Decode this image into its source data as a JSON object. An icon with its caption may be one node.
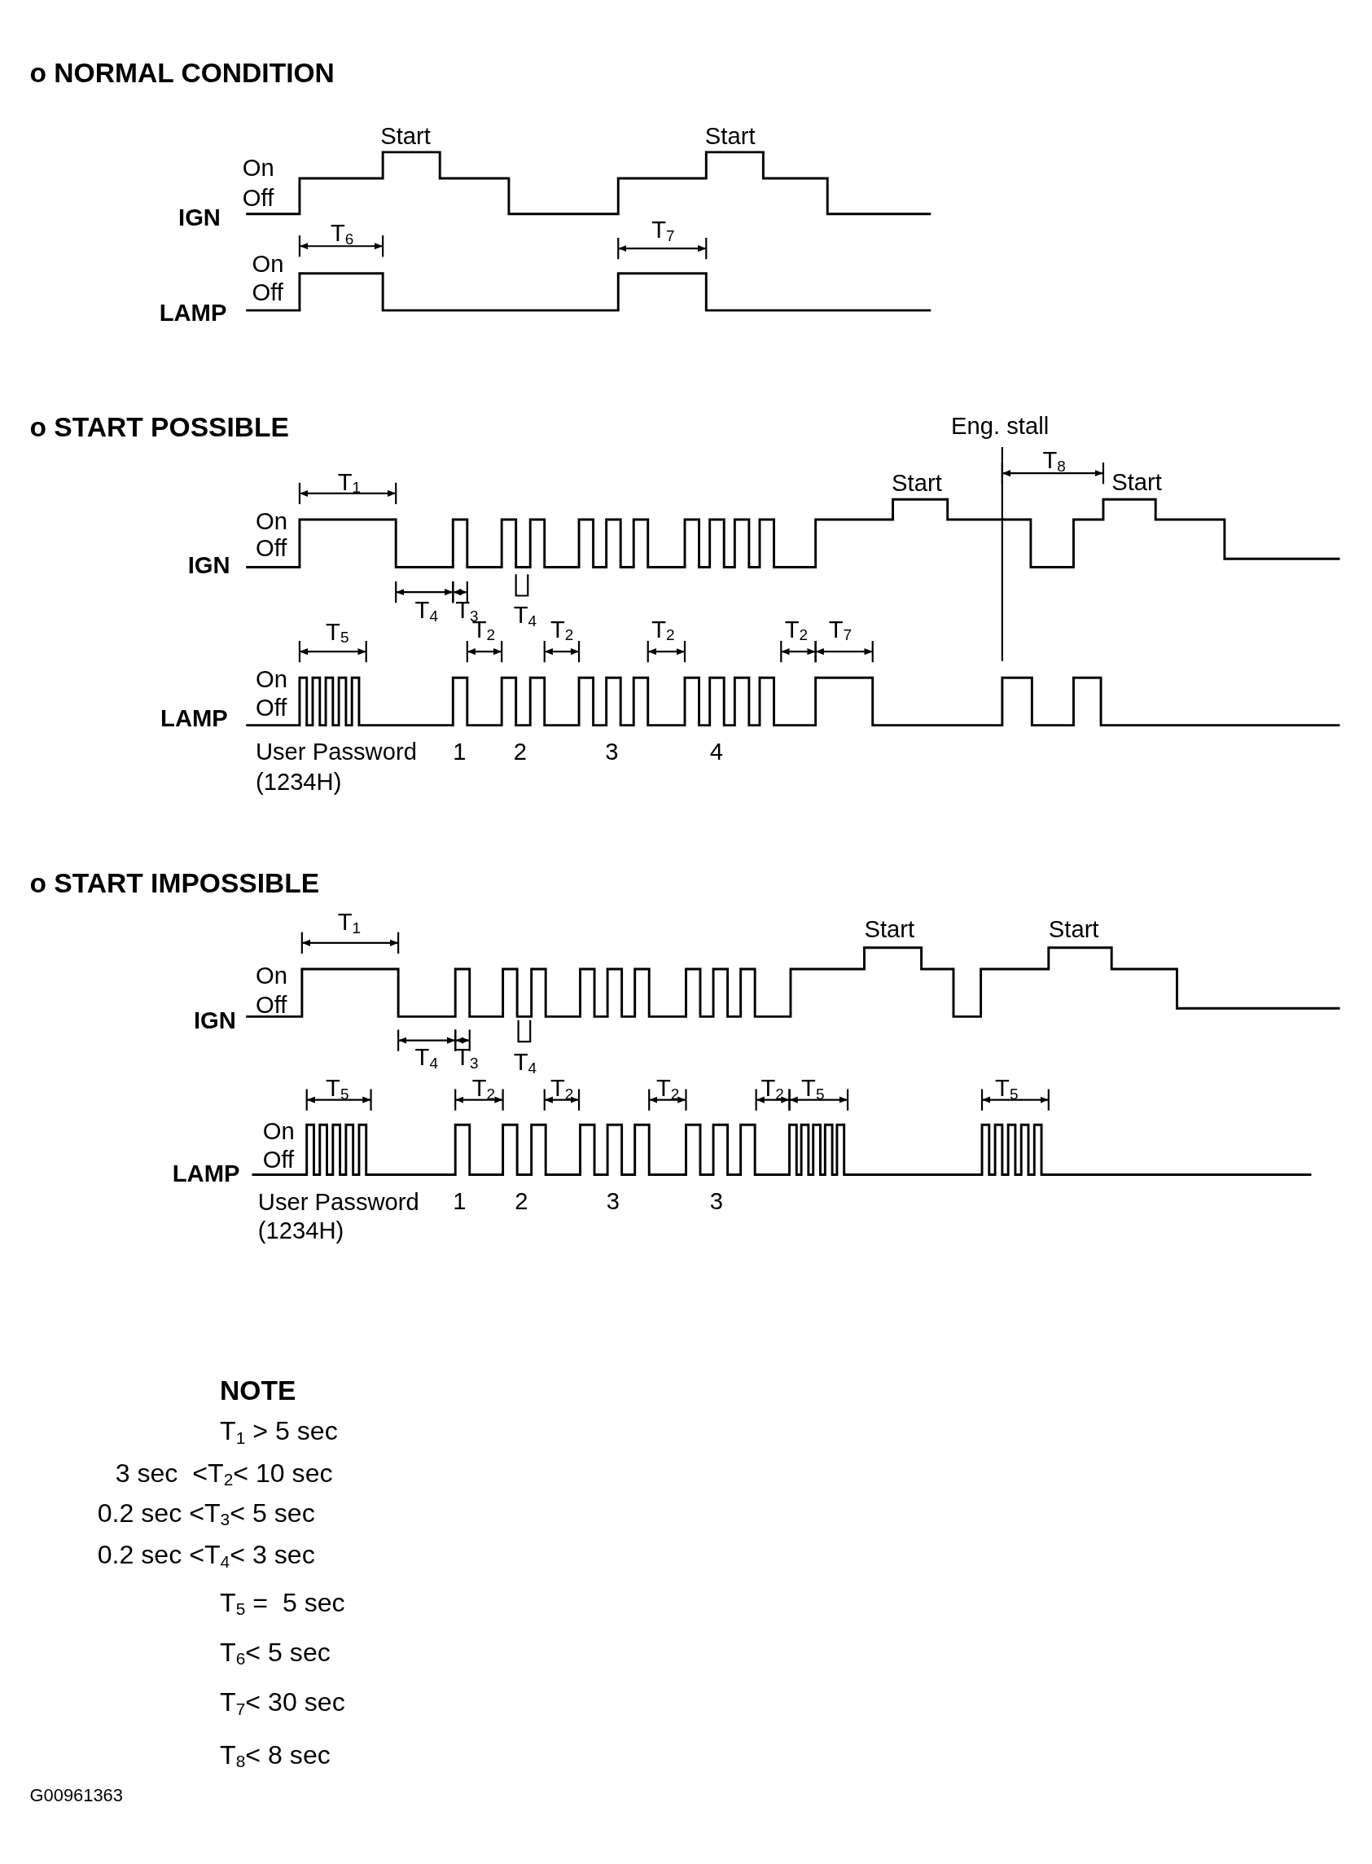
{
  "diagram": {
    "labels": [
      "o NORMAL CONDITION",
      "Start",
      "Start",
      "On",
      "Off",
      "IGN",
      "T$_{6}$",
      "T$_{7}$",
      "On",
      "Off",
      "LAMP",
      "o START POSSIBLE",
      "Eng. stall",
      "T$_{1}$",
      "Start",
      "T$_{8}$",
      "Start",
      "On",
      "Off",
      "IGN",
      "T$_{4}$",
      "T$_{3}$",
      "T$_{4}$",
      "T$_{5}$",
      "T$_{2}$",
      "T$_{2}$",
      "T$_{2}$",
      "T$_{2}$",
      "T$_{7}$",
      "On",
      "Off",
      "LAMP",
      "User Password",
      "1",
      "2",
      "3",
      "4",
      "(1234H)",
      "o START IMPOSSIBLE",
      "T$_{1}$",
      "Start",
      "Start",
      "On",
      "Off",
      "IGN",
      "T$_{4}$",
      "T$_{3}$",
      "T$_{4}$",
      "T$_{5}$",
      "T$_{2}$",
      "T$_{2}$",
      "T$_{2}$",
      "T$_{2}$",
      "T$_{5}$",
      "T$_{5}$",
      "On",
      "Off",
      "LAMP",
      "User Password",
      "1",
      "2",
      "3",
      "3",
      "(1234H)",
      "NOTE",
      "T$_{1}$ > 5 sec",
      "3 sec  <T$_{2}$< 10 sec",
      "0.2 sec <T$_{3}$< 5 sec",
      "0.2 sec <T$_{4}$< 3 sec",
      "T$_{5}$ =  5 sec",
      "T$_{6}$< 5 sec",
      "T$_{7}$< 30 sec",
      "T$_{8}$< 8 sec",
      "G00961363"
    ]
  }
}
